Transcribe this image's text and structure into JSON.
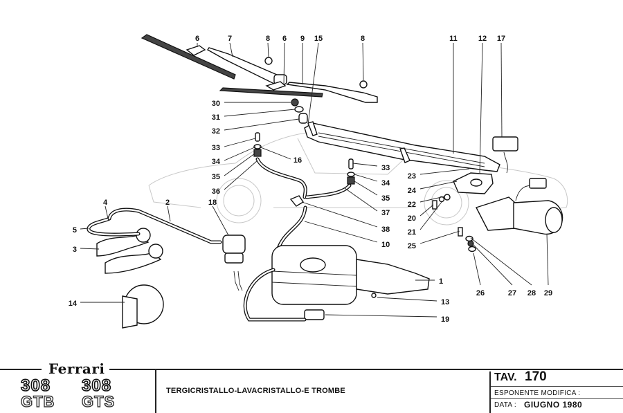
{
  "diagram": {
    "title": "TERGICRISTALLO-LAVACRISTALLO-E TROMBE",
    "callouts": [
      {
        "id": "c6a",
        "label": "6"
      },
      {
        "id": "c7",
        "label": "7"
      },
      {
        "id": "c8a",
        "label": "8"
      },
      {
        "id": "c6b",
        "label": "6"
      },
      {
        "id": "c9",
        "label": "9"
      },
      {
        "id": "c15",
        "label": "15"
      },
      {
        "id": "c8b",
        "label": "8"
      },
      {
        "id": "c11",
        "label": "11"
      },
      {
        "id": "c12",
        "label": "12"
      },
      {
        "id": "c17",
        "label": "17"
      },
      {
        "id": "c30",
        "label": "30"
      },
      {
        "id": "c31",
        "label": "31"
      },
      {
        "id": "c32",
        "label": "32"
      },
      {
        "id": "c33a",
        "label": "33"
      },
      {
        "id": "c34a",
        "label": "34"
      },
      {
        "id": "c35a",
        "label": "35"
      },
      {
        "id": "c36",
        "label": "36"
      },
      {
        "id": "c16",
        "label": "16"
      },
      {
        "id": "c33b",
        "label": "33"
      },
      {
        "id": "c34b",
        "label": "34"
      },
      {
        "id": "c35b",
        "label": "35"
      },
      {
        "id": "c37",
        "label": "37"
      },
      {
        "id": "c38",
        "label": "38"
      },
      {
        "id": "c10",
        "label": "10"
      },
      {
        "id": "c23",
        "label": "23"
      },
      {
        "id": "c24",
        "label": "24"
      },
      {
        "id": "c22",
        "label": "22"
      },
      {
        "id": "c20",
        "label": "20"
      },
      {
        "id": "c21",
        "label": "21"
      },
      {
        "id": "c25",
        "label": "25"
      },
      {
        "id": "c26",
        "label": "26"
      },
      {
        "id": "c27",
        "label": "27"
      },
      {
        "id": "c28",
        "label": "28"
      },
      {
        "id": "c29",
        "label": "29"
      },
      {
        "id": "c1",
        "label": "1"
      },
      {
        "id": "c13",
        "label": "13"
      },
      {
        "id": "c19",
        "label": "19"
      },
      {
        "id": "c4",
        "label": "4"
      },
      {
        "id": "c2",
        "label": "2"
      },
      {
        "id": "c5",
        "label": "5"
      },
      {
        "id": "c3",
        "label": "3"
      },
      {
        "id": "c18",
        "label": "18"
      },
      {
        "id": "c14",
        "label": "14"
      }
    ]
  },
  "titleblock": {
    "brand": "Ferrari",
    "models": [
      {
        "number": "308",
        "variant": "GTB"
      },
      {
        "number": "308",
        "variant": "GTS"
      }
    ],
    "description": "TERGICRISTALLO-LAVACRISTALLO-E TROMBE",
    "tav_label": "TAV.",
    "tav_number": "170",
    "esponente_label": "ESPONENTE  MODIFICA :",
    "esponente_value": "",
    "data_label": "DATA :",
    "data_value": "GIUGNO  1980"
  }
}
